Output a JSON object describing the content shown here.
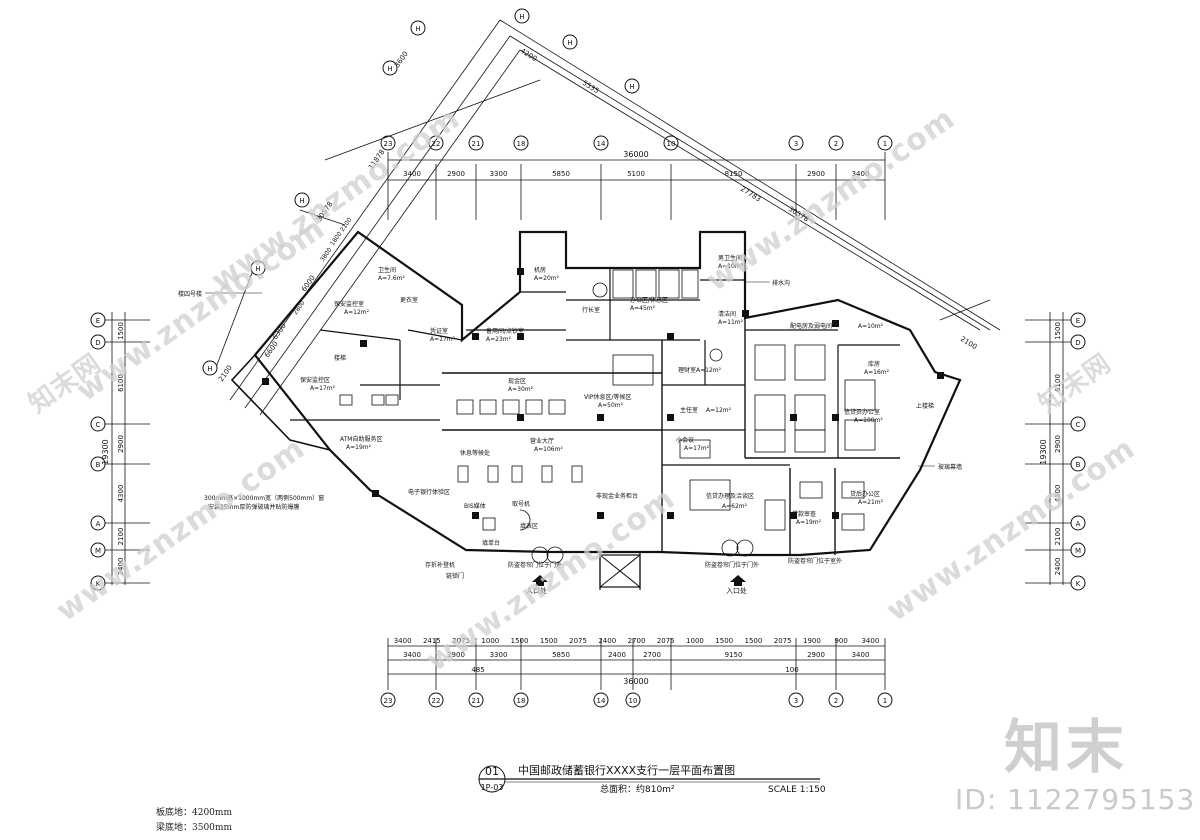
{
  "title_block": {
    "number": "01",
    "code": "1P-03",
    "title": "中国邮政储蓄银行XXXX支行一层平面布置图",
    "area": "总面积：约810m²",
    "scale": "SCALE 1:150"
  },
  "notes": {
    "slab": "板底地：4200mm",
    "beam": "梁底地：3500mm"
  },
  "watermark": {
    "site": "www.znzmo.com",
    "brand": "知末网",
    "logo": "知末",
    "id": "ID: 1122795153"
  },
  "grid_axes": {
    "top_bubbles": [
      "23",
      "22",
      "21",
      "18",
      "14",
      "10",
      "3",
      "2",
      "1"
    ],
    "top_dims": [
      "3400",
      "2900",
      "3300",
      "5850",
      "5100",
      "8150",
      "2900",
      "3400"
    ],
    "top_total": "36000",
    "bottom_bubbles": [
      "23",
      "22",
      "21",
      "18",
      "14",
      "10",
      "3",
      "2",
      "1"
    ],
    "bottom_dims_row1": [
      "3400",
      "2415",
      "2075",
      "1000",
      "1500",
      "1500",
      "2075",
      "2400",
      "2700",
      "2075",
      "1000",
      "1500",
      "1500",
      "2075",
      "1900",
      "900",
      "3400"
    ],
    "bottom_dims_row2": [
      "3400",
      "2900",
      "3300",
      "5850",
      "2400",
      "2700",
      "9150",
      "2900",
      "3400"
    ],
    "bottom_small": [
      "485",
      "100"
    ],
    "bottom_total": "36000",
    "left_bubbles": [
      "E",
      "D",
      "C",
      "B",
      "A",
      "M",
      "K"
    ],
    "left_dims": [
      "1500",
      "6100",
      "2900",
      "4300",
      "2100",
      "2400"
    ],
    "left_total": "19300",
    "right_bubbles": [
      "E",
      "D",
      "C",
      "B",
      "A",
      "M",
      "K"
    ],
    "right_dims": [
      "1500",
      "6100",
      "2900",
      "4300",
      "2100",
      "2400"
    ],
    "right_total": "19300",
    "skew_bubbles": [
      "H",
      "H",
      "H",
      "H",
      "H",
      "H",
      "H",
      "H"
    ],
    "skew_dims": [
      "3600",
      "4200",
      "5535",
      "6000",
      "3800",
      "1800",
      "2100",
      "2800",
      "6300",
      "6600",
      "2100",
      "27783",
      "30578",
      "11878",
      "30578",
      "2100"
    ]
  },
  "rooms": [
    {
      "name": "机房",
      "area": "A=20m²"
    },
    {
      "name": "卫生间",
      "area": "A=7.6m²"
    },
    {
      "name": "保安监控室",
      "area": "A=12m²"
    },
    {
      "name": "更衣室",
      "area": ""
    },
    {
      "name": "备用间/点钞室",
      "area": "A=23m²"
    },
    {
      "name": "凭证室",
      "area": "A=17m²"
    },
    {
      "name": "现金区",
      "area": "A=30m²"
    },
    {
      "name": "行长室",
      "area": ""
    },
    {
      "name": "办公区/休息区",
      "area": "A=45m²"
    },
    {
      "name": "男卫生间",
      "area": "A=10m²"
    },
    {
      "name": "清洁间",
      "area": "A=11m²"
    },
    {
      "name": "理财室",
      "area": "A=12m²"
    },
    {
      "name": "VIP休息区/等候区",
      "area": "A=50m²"
    },
    {
      "name": "保安监控区",
      "area": "A=17m²"
    },
    {
      "name": "ATM自助服务区",
      "area": "A=19m²"
    },
    {
      "name": "营业大厅",
      "area": "A=106m²"
    },
    {
      "name": "休息等候处",
      "area": ""
    },
    {
      "name": "电子银行体验区",
      "area": ""
    },
    {
      "name": "BIS媒体",
      "area": ""
    },
    {
      "name": "取号机",
      "area": ""
    },
    {
      "name": "填单台",
      "area": ""
    },
    {
      "name": "填表区",
      "area": ""
    },
    {
      "name": "非现金业务柜台",
      "area": ""
    },
    {
      "name": "信贷办理及洽谈区",
      "area": "A=62m²"
    },
    {
      "name": "小会议",
      "area": "A=17m²"
    },
    {
      "name": "主任室",
      "area": "A=12m²"
    },
    {
      "name": "配电房及弱电间",
      "area": "A=10m²"
    },
    {
      "name": "库房",
      "area": "A=16m²"
    },
    {
      "name": "信贷员办公室",
      "area": "A=100m²"
    },
    {
      "name": "贷后办公区",
      "area": "A=21m²"
    },
    {
      "name": "贷款审查",
      "area": "A=19m²"
    },
    {
      "name": "上楼梯",
      "area": ""
    },
    {
      "name": "楼梯",
      "area": ""
    }
  ],
  "callouts": {
    "building4": "楼四号楼",
    "drain": "排水沟",
    "glass_curtain": "玻璃幕墙",
    "wall_note_1": "300mm高×1000mm宽（两侧500mm）窗",
    "wall_note_2": "安装25mm厚防弹玻璃并贴防爆膜",
    "atm": "存折补登机",
    "fill": "填单台",
    "shutter_left": "防盗卷帘门位于门外",
    "shutter_mid": "防盗卷帘门位于门外",
    "shutter_right": "防盗卷帘门位于室外",
    "entrance_1": "入口处",
    "entrance_2": "入口处",
    "chain": "链锁门"
  }
}
